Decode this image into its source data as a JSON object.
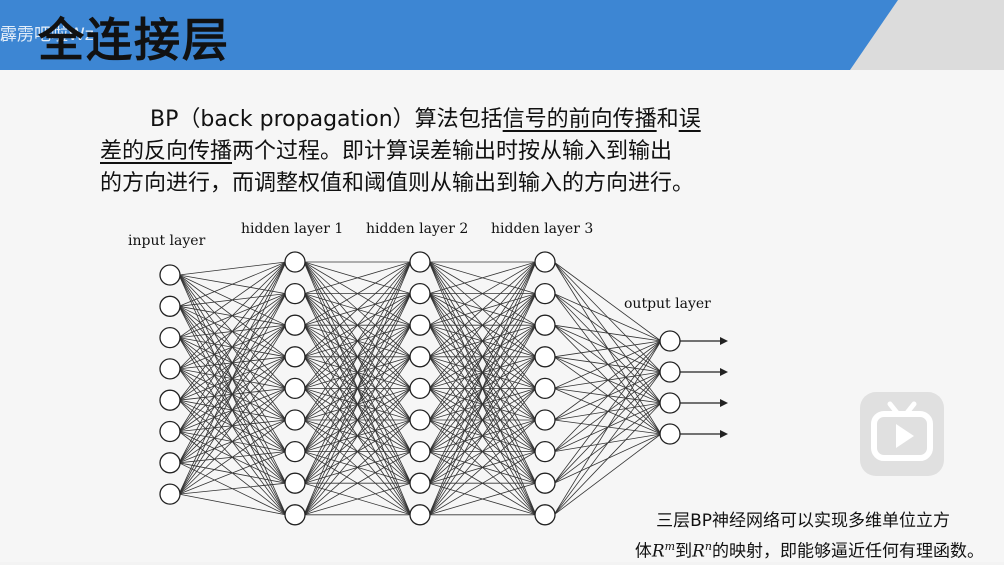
{
  "slide": {
    "title": "全连接层",
    "watermark": "霹雳吧啦Wz",
    "colors": {
      "header_blue": "#3d86d3",
      "header_gray": "#dcdcdc",
      "node_stroke": "#222222",
      "edge": "#333333"
    }
  },
  "paragraph": {
    "l1_a": "BP（back propagation）算法包括",
    "l1_u1": "信号的前向传播",
    "l1_b": "和",
    "l1_u2": "误",
    "l2_u": "差的反向传播",
    "l2_b": "两个过程。即计算误差输出时按从输入到输出",
    "l3": "的方向进行，而调整权值和阈值则从输出到输入的方向进行。"
  },
  "network": {
    "layers": [
      {
        "label": "input layer",
        "nodes": 8
      },
      {
        "label": "hidden layer 1",
        "nodes": 9
      },
      {
        "label": "hidden layer 2",
        "nodes": 9
      },
      {
        "label": "hidden layer 3",
        "nodes": 9
      },
      {
        "label": "output layer",
        "nodes": 4
      }
    ]
  },
  "caption": {
    "line1": "三层BP神经网络可以实现多维单位立方",
    "line2_a": "体",
    "line2_b": "到",
    "line2_c": "的映射，即能够逼近任何有理函数。",
    "var_r": "R",
    "sup_m": "m",
    "sup_n": "n"
  },
  "icons": {
    "play": "play-icon"
  }
}
